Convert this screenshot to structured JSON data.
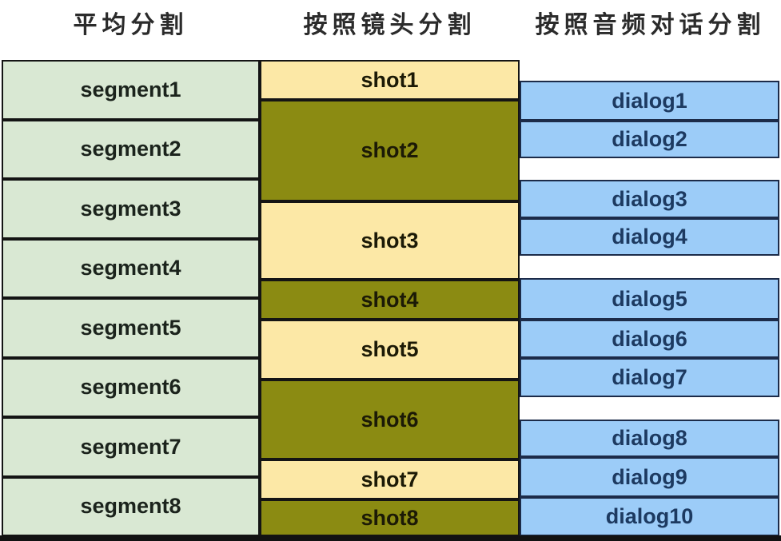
{
  "headers": {
    "left": "平均分割",
    "middle": "按照镜头分割",
    "right": "按照音频对话分割"
  },
  "segments": {
    "items": [
      {
        "label": "segment1"
      },
      {
        "label": "segment2"
      },
      {
        "label": "segment3"
      },
      {
        "label": "segment4"
      },
      {
        "label": "segment5"
      },
      {
        "label": "segment6"
      },
      {
        "label": "segment7"
      },
      {
        "label": "segment8"
      }
    ]
  },
  "shots": {
    "items": [
      {
        "label": "shot1",
        "tone": "light"
      },
      {
        "label": "shot2",
        "tone": "dark"
      },
      {
        "label": "shot3",
        "tone": "light"
      },
      {
        "label": "shot4",
        "tone": "dark"
      },
      {
        "label": "shot5",
        "tone": "light"
      },
      {
        "label": "shot6",
        "tone": "dark"
      },
      {
        "label": "shot7",
        "tone": "light"
      },
      {
        "label": "shot8",
        "tone": "dark"
      }
    ]
  },
  "dialogs": {
    "groups": [
      {
        "items": [
          {
            "label": "dialog1"
          },
          {
            "label": "dialog2"
          }
        ]
      },
      {
        "items": [
          {
            "label": "dialog3"
          },
          {
            "label": "dialog4"
          }
        ]
      },
      {
        "items": [
          {
            "label": "dialog5"
          },
          {
            "label": "dialog6"
          },
          {
            "label": "dialog7"
          }
        ]
      },
      {
        "items": [
          {
            "label": "dialog8"
          },
          {
            "label": "dialog9"
          },
          {
            "label": "dialog10"
          }
        ]
      }
    ]
  },
  "colors": {
    "segment_fill": "#d9e8d3",
    "shot_light_fill": "#fce8a6",
    "shot_dark_fill": "#8b8b12",
    "dialog_fill": "#9cccf8",
    "box_border": "#141414",
    "dialog_border": "#1c2b49",
    "header_text": "#2b2b2b",
    "segment_text": "#1b231c",
    "shot_text": "#1c1a06",
    "dialog_text": "#1d3a61"
  }
}
